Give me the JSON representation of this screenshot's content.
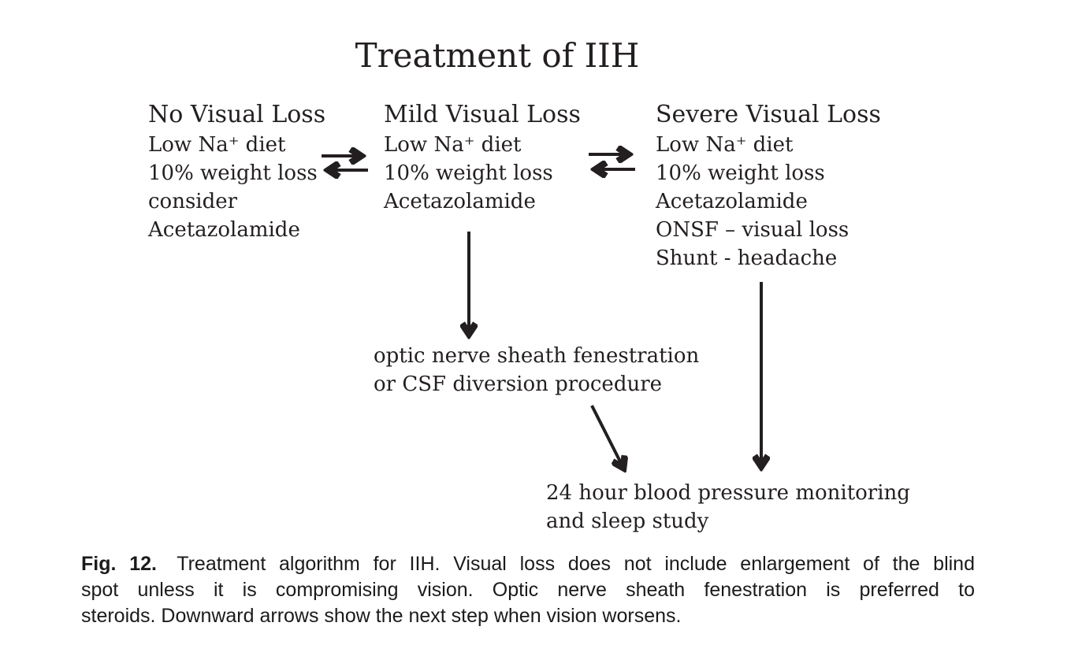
{
  "figure": {
    "title": "Treatment of IIH",
    "columns": [
      {
        "heading": "No Visual Loss",
        "items": [
          "Low Na⁺ diet",
          "10% weight loss",
          "consider",
          "Acetazolamide"
        ]
      },
      {
        "heading": "Mild Visual Loss",
        "items": [
          "Low Na⁺ diet",
          "10% weight loss",
          "Acetazolamide"
        ]
      },
      {
        "heading": "Severe Visual Loss",
        "items": [
          "Low Na⁺ diet",
          "10% weight loss",
          "Acetazolamide",
          "ONSF – visual loss",
          "Shunt - headache"
        ]
      }
    ],
    "nodes": {
      "onsf": {
        "line1": "optic nerve sheath fenestration",
        "line2": "or CSF diversion procedure"
      },
      "monitoring": {
        "line1": "24 hour blood pressure monitoring",
        "line2": "and sleep study"
      }
    },
    "arrows": [
      {
        "name": "exchange-arrow-no-mild",
        "type": "bidirectional-horizontal"
      },
      {
        "name": "exchange-arrow-mild-severe",
        "type": "bidirectional-horizontal"
      },
      {
        "name": "down-arrow-mild-to-onsf",
        "type": "down"
      },
      {
        "name": "down-arrow-severe-to-monitoring",
        "type": "down"
      },
      {
        "name": "diagonal-arrow-onsf-to-monitoring",
        "type": "diagonal-down-right"
      }
    ],
    "caption": {
      "label": "Fig. 12.",
      "line1": "Treatment algorithm for IIH. Visual loss does not include enlargement of the blind",
      "line2": "spot unless it is compromising vision. Optic nerve sheath fenestration is preferred to",
      "line3": "steroids. Downward arrows show the next step when vision worsens."
    },
    "colors": {
      "ink": "#231f20",
      "background": "#ffffff"
    }
  }
}
